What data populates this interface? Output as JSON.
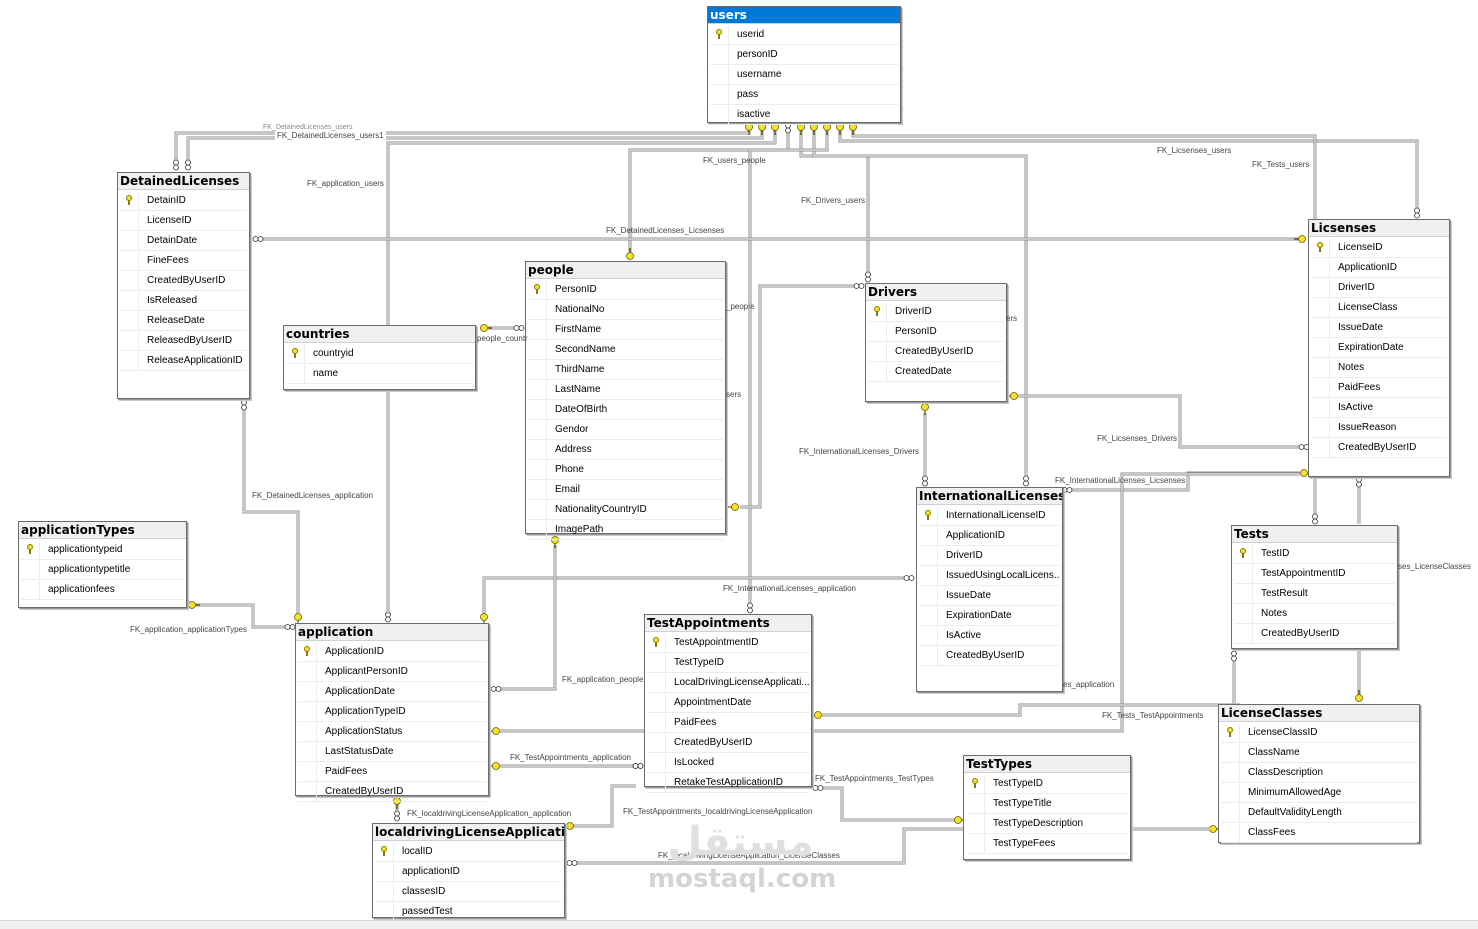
{
  "diagram": {
    "title": "Database Diagram",
    "selected_table": "users",
    "colors": {
      "selected_header": "#0078d7",
      "header": "#f0f0f0",
      "key_symbol": "#f3e12b",
      "line": "#8c8c8c"
    }
  },
  "tables": {
    "users": {
      "name": "users",
      "columns": [
        "userid",
        "personID",
        "username",
        "pass",
        "isactive"
      ],
      "pk": 0
    },
    "detainedLicenses": {
      "name": "DetainedLicenses",
      "columns": [
        "DetainID",
        "LicenseID",
        "DetainDate",
        "FineFees",
        "CreatedByUserID",
        "IsReleased",
        "ReleaseDate",
        "ReleasedByUserID",
        "ReleaseApplicationID"
      ],
      "pk": 0
    },
    "countries": {
      "name": "countries",
      "columns": [
        "countryid",
        "name"
      ],
      "pk": 0
    },
    "people": {
      "name": "people",
      "columns": [
        "PersonID",
        "NationalNo",
        "FirstName",
        "SecondName",
        "ThirdName",
        "LastName",
        "DateOfBirth",
        "Gendor",
        "Address",
        "Phone",
        "Email",
        "NationalityCountryID",
        "ImagePath"
      ],
      "pk": 0
    },
    "drivers": {
      "name": "Drivers",
      "columns": [
        "DriverID",
        "PersonID",
        "CreatedByUserID",
        "CreatedDate"
      ],
      "pk": 0
    },
    "licenses": {
      "name": "Licsenses",
      "columns": [
        "LicenseID",
        "ApplicationID",
        "DriverID",
        "LicenseClass",
        "IssueDate",
        "ExpirationDate",
        "Notes",
        "PaidFees",
        "IsActive",
        "IssueReason",
        "CreatedByUserID"
      ],
      "pk": 0
    },
    "internationalLicenses": {
      "name": "InternationalLicenses",
      "columns": [
        "InternationalLicenseID",
        "ApplicationID",
        "DriverID",
        "IssuedUsingLocalLicens...",
        "IssueDate",
        "ExpirationDate",
        "IsActive",
        "CreatedByUserID"
      ],
      "pk": 0
    },
    "applicationTypes": {
      "name": "applicationTypes",
      "columns": [
        "applicationtypeid",
        "applicationtypetitle",
        "applicationfees"
      ],
      "pk": 0
    },
    "application": {
      "name": "application",
      "columns": [
        "ApplicationID",
        "ApplicantPersonID",
        "ApplicationDate",
        "ApplicationTypeID",
        "ApplicationStatus",
        "LastStatusDate",
        "PaidFees",
        "CreatedByUserID"
      ],
      "pk": 0
    },
    "testAppointments": {
      "name": "TestAppointments",
      "columns": [
        "TestAppointmentID",
        "TestTypeID",
        "LocalDrivingLicenseApplicati...",
        "AppointmentDate",
        "PaidFees",
        "CreatedByUserID",
        "IsLocked",
        "RetakeTestApplicationID"
      ],
      "pk": 0
    },
    "tests": {
      "name": "Tests",
      "columns": [
        "TestID",
        "TestAppointmentID",
        "TestResult",
        "Notes",
        "CreatedByUserID"
      ],
      "pk": 0
    },
    "licenseClasses": {
      "name": "LicenseClasses",
      "columns": [
        "LicenseClassID",
        "ClassName",
        "ClassDescription",
        "MinimumAllowedAge",
        "DefaultValidityLength",
        "ClassFees"
      ],
      "pk": 0
    },
    "testTypes": {
      "name": "TestTypes",
      "columns": [
        "TestTypeID",
        "TestTypeTitle",
        "TestTypeDescription",
        "TestTypeFees"
      ],
      "pk": 0
    },
    "localDrivingLicenseApplication": {
      "name": "localdrivingLicenseApplication",
      "columns": [
        "localID",
        "applicationID",
        "classesID",
        "passedTest"
      ],
      "pk": 0
    }
  },
  "relationships": {
    "fk_detained_users": "FK_DetainedLicenses_users",
    "fk_detained_users1": "FK_DetainedLicenses_users1",
    "fk_application_users": "FK_application_users",
    "fk_users_people": "FK_users_people",
    "fk_drivers_users": "FK_Drivers_users",
    "fk_licenses_users": "FK_Licsenses_users",
    "fk_tests_users": "FK_Tests_users",
    "fk_detained_licenses": "FK_DetainedLicenses_Licsenses",
    "fk_people_countries": "people_countr",
    "fk_drivers_people": "_people",
    "fk_intl_users": "sers",
    "fk_drivers_users_clip": "ers",
    "fk_intl_drivers": "FK_InternationalLicenses_Drivers",
    "fk_licenses_drivers": "FK_Licsenses_Drivers",
    "fk_intl_licenses": "FK_InternationalLicenses_Licsenses",
    "fk_detained_application": "FK_DetainedLicenses_application",
    "fk_intl_application": "FK_InternationalLicenses_application",
    "fk_licenses_licenseclasses": "ses_LicenseClasses",
    "fk_application_applicationtypes": "FK_application_applicationTypes",
    "fk_application_people": "FK_application_people",
    "fk_licenses_application": "es_application",
    "fk_tests_testappointments": "FK_Tests_TestAppointments",
    "fk_testappointments_application": "FK_TestAppointments_application",
    "fk_testappointments_testtypes": "FK_TestAppointments_TestTypes",
    "fk_local_application": "FK_localdrivingLicenseApplication_application",
    "fk_testappointments_local": "FK_TestAppointments_localdrivingLicenseApplication",
    "fk_local_licenseclasses": "FK_localdrivingLicenseApplication_LicenseClasses"
  },
  "watermark": {
    "arabic": "مستقل",
    "latin": "mostaql.com"
  }
}
